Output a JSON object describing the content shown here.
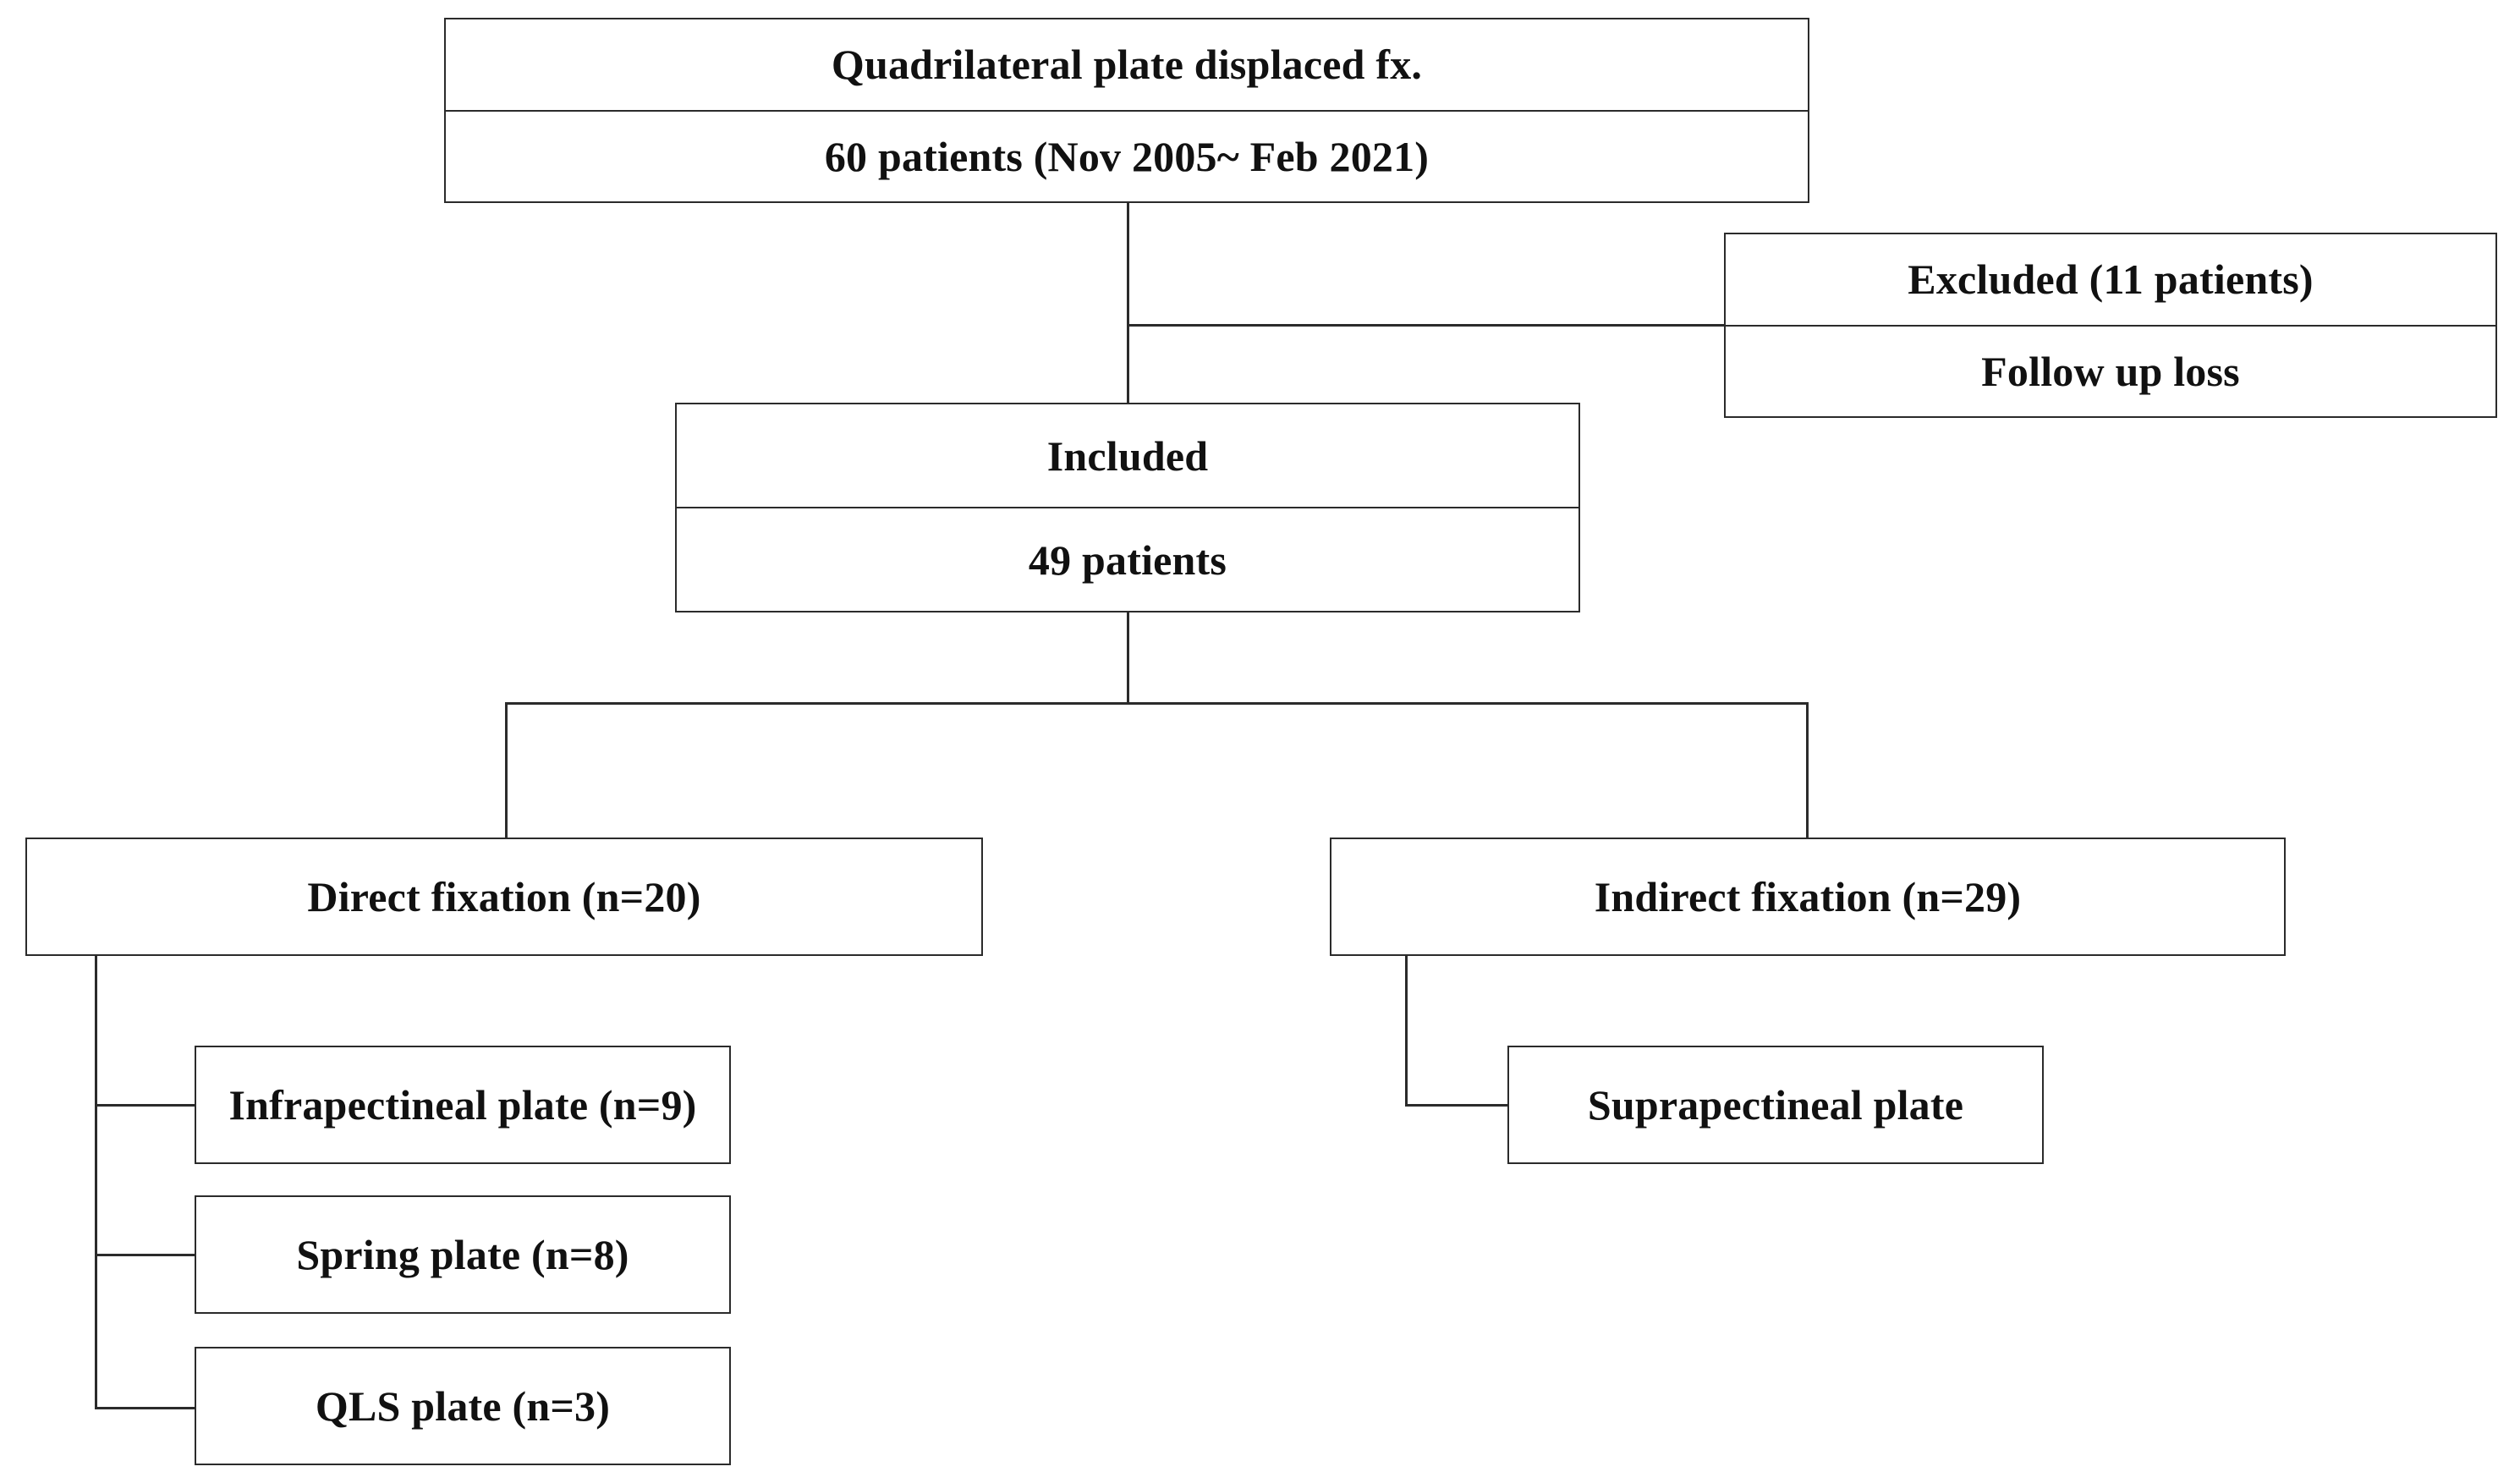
{
  "top_box": {
    "title": "Quadrilateral plate displaced fx.",
    "subtitle": "60 patients (Nov 2005~ Feb 2021)"
  },
  "excluded_box": {
    "title": "Excluded (11 patients)",
    "subtitle": "Follow up loss"
  },
  "included_box": {
    "title": "Included",
    "subtitle": "49 patients"
  },
  "direct_box": {
    "label": "Direct fixation (n=20)"
  },
  "indirect_box": {
    "label": "Indirect fixation (n=29)"
  },
  "direct_children": [
    {
      "label": "Infrapectineal plate (n=9)"
    },
    {
      "label": "Spring plate (n=8)"
    },
    {
      "label": "QLS plate (n=3)"
    }
  ],
  "indirect_children": [
    {
      "label": "Suprapectineal plate"
    }
  ],
  "colors": {
    "line": "#2b2b2b",
    "text": "#111111",
    "background": "#ffffff"
  }
}
